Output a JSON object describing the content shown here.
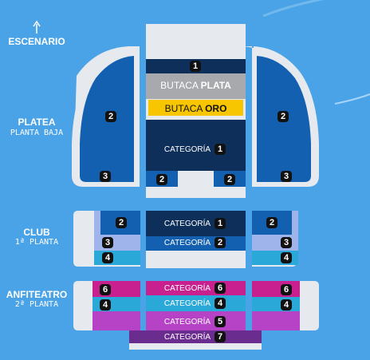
{
  "labels": {
    "stage": "ESCENARIO",
    "platea": "PLATEA",
    "platea_sub": "PLANTA BAJA",
    "club": "CLUB",
    "club_sub": "1ª PLANTA",
    "anfiteatro": "ANFITEATRO",
    "anfiteatro_sub": "2ª PLANTA"
  },
  "platea": {
    "top_badge": "1",
    "butaca_plata_prefix": "BUTACA",
    "butaca_plata_name": "PLATA",
    "butaca_oro_prefix": "BUTACA",
    "butaca_oro_name": "ORO",
    "cat_label": "CATEGORÍA",
    "cat_badge": "1",
    "bottom_left_badge": "2",
    "bottom_right_badge": "2",
    "side_left_badge": "2",
    "side_right_badge": "2",
    "side_left_low_badge": "3",
    "side_right_low_badge": "3"
  },
  "club": {
    "row1_label": "CATEGORÍA",
    "row1_badge": "1",
    "row2_label": "CATEGORÍA",
    "row2_badge": "2",
    "left_badges": [
      "2",
      "3",
      "4"
    ],
    "right_badges": [
      "2",
      "3",
      "4"
    ]
  },
  "anfiteatro": {
    "rows": [
      {
        "label": "CATEGORÍA",
        "badge": "6"
      },
      {
        "label": "CATEGORÍA",
        "badge": "4"
      },
      {
        "label": "CATEGORÍA",
        "badge": "5"
      },
      {
        "label": "CATEGORÍA",
        "badge": "7"
      }
    ],
    "left_badges": [
      "6",
      "4"
    ],
    "right_badges": [
      "6",
      "4"
    ]
  },
  "colors": {
    "background": "#4aa3e6",
    "navy": "#0e2f5a",
    "royal": "#1460b0",
    "silver": "#a8a9ad",
    "gold": "#f7c600",
    "cyan": "#2aa9d8",
    "lavender": "#9fb4ea",
    "magenta": "#c8208e",
    "violet": "#b642c6",
    "purple": "#6b2c8f",
    "white": "#e6eaee"
  }
}
